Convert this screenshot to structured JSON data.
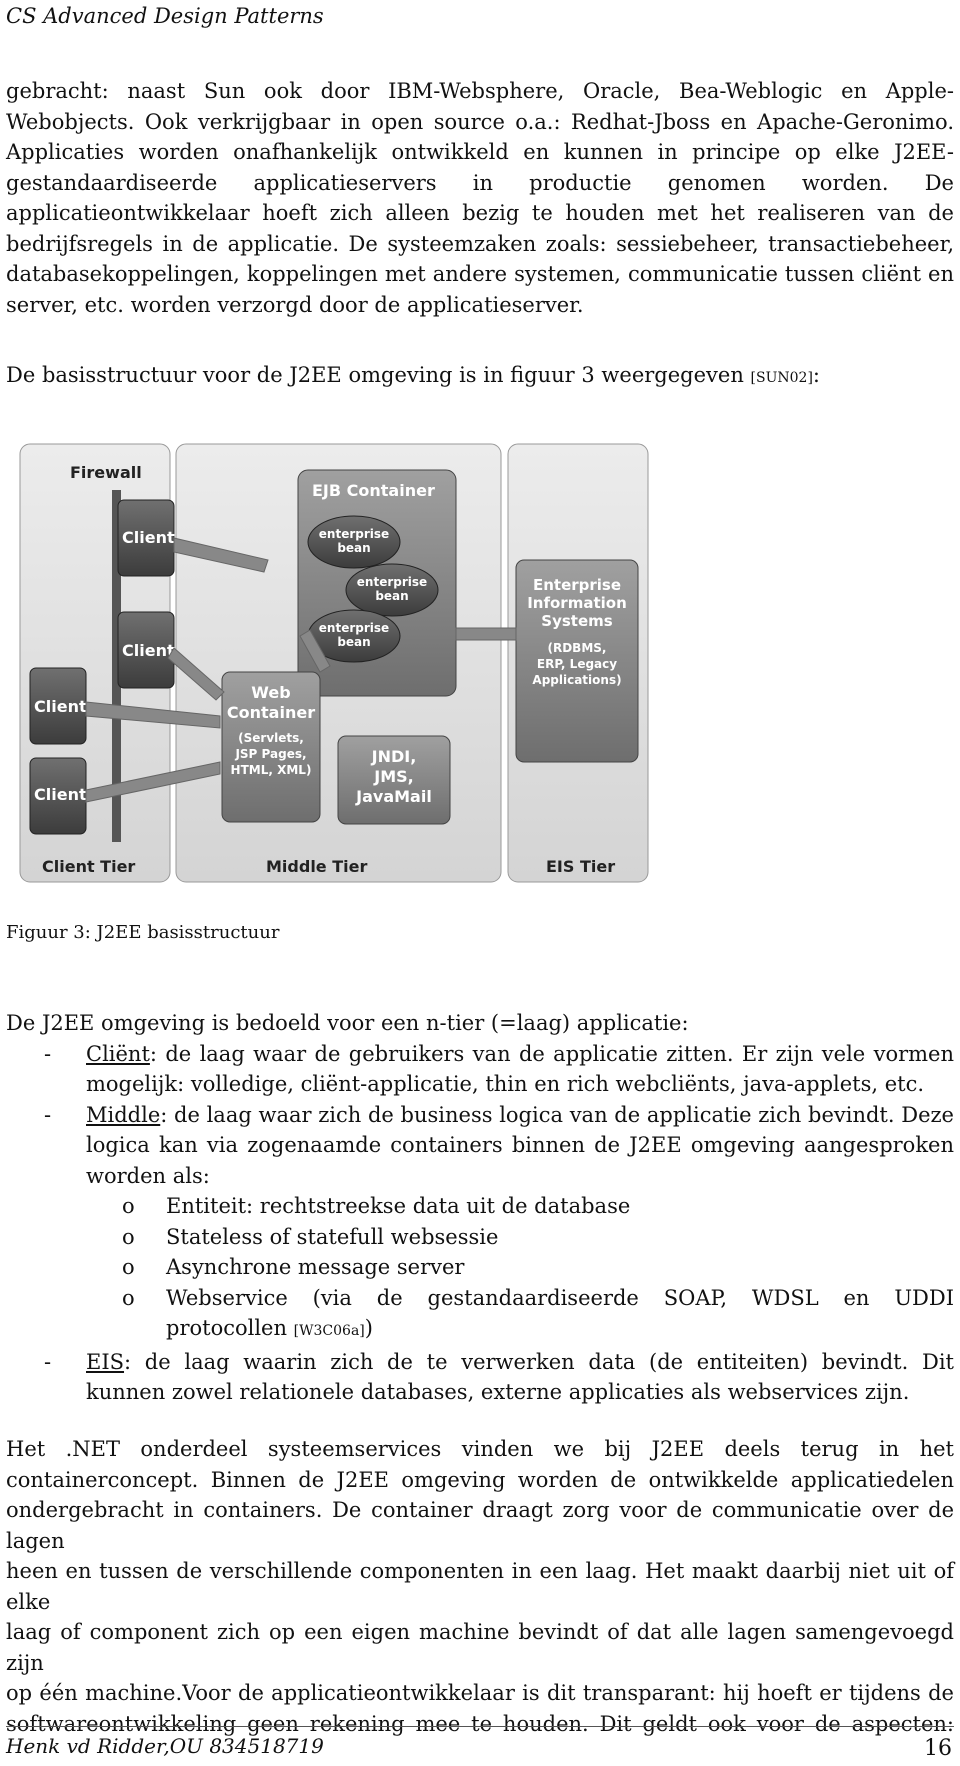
{
  "header": {
    "running_title": "CS Advanced Design Patterns"
  },
  "para1": {
    "lines": [
      "gebracht: naast Sun ook door IBM-Websphere, Oracle, Bea-Weblogic en Apple-",
      "Webobjects. Ook verkrijgbaar in open source o.a.: Redhat-Jboss en Apache-Geronimo.",
      "Applicaties worden onafhankelijk ontwikkeld en kunnen in principe op elke J2EE-",
      "gestandaardiseerde applicatieservers in productie genomen worden. De",
      "applicatieontwikkelaar hoeft zich alleen bezig te houden met het realiseren van de",
      "bedrijfsregels in de applicatie. De systeemzaken zoals: sessiebeheer, transactiebeheer,",
      "databasekoppelingen, koppelingen met andere systemen, communicatie tussen cliënt en",
      "server, etc. worden verzorgd door de applicatieserver."
    ]
  },
  "para2": {
    "text": "De basisstructuur voor de J2EE omgeving is in figuur 3 weergegeven ",
    "ref": "[SUN02]",
    "tail": ":"
  },
  "figure": {
    "firewall": "Firewall",
    "client": "Client",
    "ejb_container": "EJB Container",
    "enterprise": "enterprise",
    "bean": "bean",
    "eis_title": [
      "Enterprise",
      "Information",
      "Systems"
    ],
    "eis_sub": [
      "(RDBMS,",
      "ERP, Legacy",
      "Applications)"
    ],
    "web_title": [
      "Web",
      "Container"
    ],
    "web_sub": [
      "(Servlets,",
      "JSP Pages,",
      "HTML, XML)"
    ],
    "jndi": [
      "JNDI,",
      "JMS,",
      "JavaMail"
    ],
    "client_tier": "Client Tier",
    "middle_tier": "Middle Tier",
    "eis_tier": "EIS Tier"
  },
  "caption": "Figuur 3: J2EE basisstructuur",
  "list_intro": "De J2EE omgeving is bedoeld voor een n-tier (=laag) applicatie:",
  "items": [
    {
      "term": "Cliënt",
      "text": ": de laag waar de gebruikers van de applicatie zitten. Er zijn vele vormen mogelijk: volledige, cliënt-applicatie, thin en rich webcliënts, java-applets, etc."
    },
    {
      "term": "Middle",
      "text": ": de laag waar zich de business logica van de applicatie zich bevindt. Deze logica kan via zogenaamde containers binnen de J2EE omgeving aangesproken worden als:"
    },
    {
      "term": "EIS",
      "text": ": de laag waarin zich de te verwerken data (de entiteiten) bevindt. Dit kunnen zowel relationele databases, externe applicaties als webservices zijn."
    }
  ],
  "subitems": [
    "Entiteit: rechtstreekse data uit de database",
    "Stateless of statefull websessie",
    "Asynchrone message server",
    "Webservice (via de gestandaardiseerde SOAP, WDSL en UDDI protocollen "
  ],
  "sub_ref": "[W3C06a]",
  "sub_tail": ")",
  "bullet_dash": "-",
  "bullet_o": "o",
  "para3": {
    "lines": [
      "Het .NET onderdeel systeemservices vinden we bij J2EE deels terug in het",
      "containerconcept. Binnen de J2EE omgeving worden de ontwikkelde applicatiedelen",
      "ondergebracht in containers. De container draagt zorg voor de communicatie over de lagen",
      "heen en tussen de verschillende componenten in een laag. Het maakt daarbij niet uit of elke",
      "laag of component zich op een eigen machine bevindt of dat alle lagen samengevoegd zijn",
      "op één machine.Voor de applicatieontwikkelaar is dit transparant: hij hoeft er tijdens de",
      "softwareontwikkeling geen rekening mee te houden. Dit geldt ook voor de aspecten:"
    ]
  },
  "footer": {
    "author": "Henk vd Ridder,OU  834518719",
    "page": "16"
  }
}
